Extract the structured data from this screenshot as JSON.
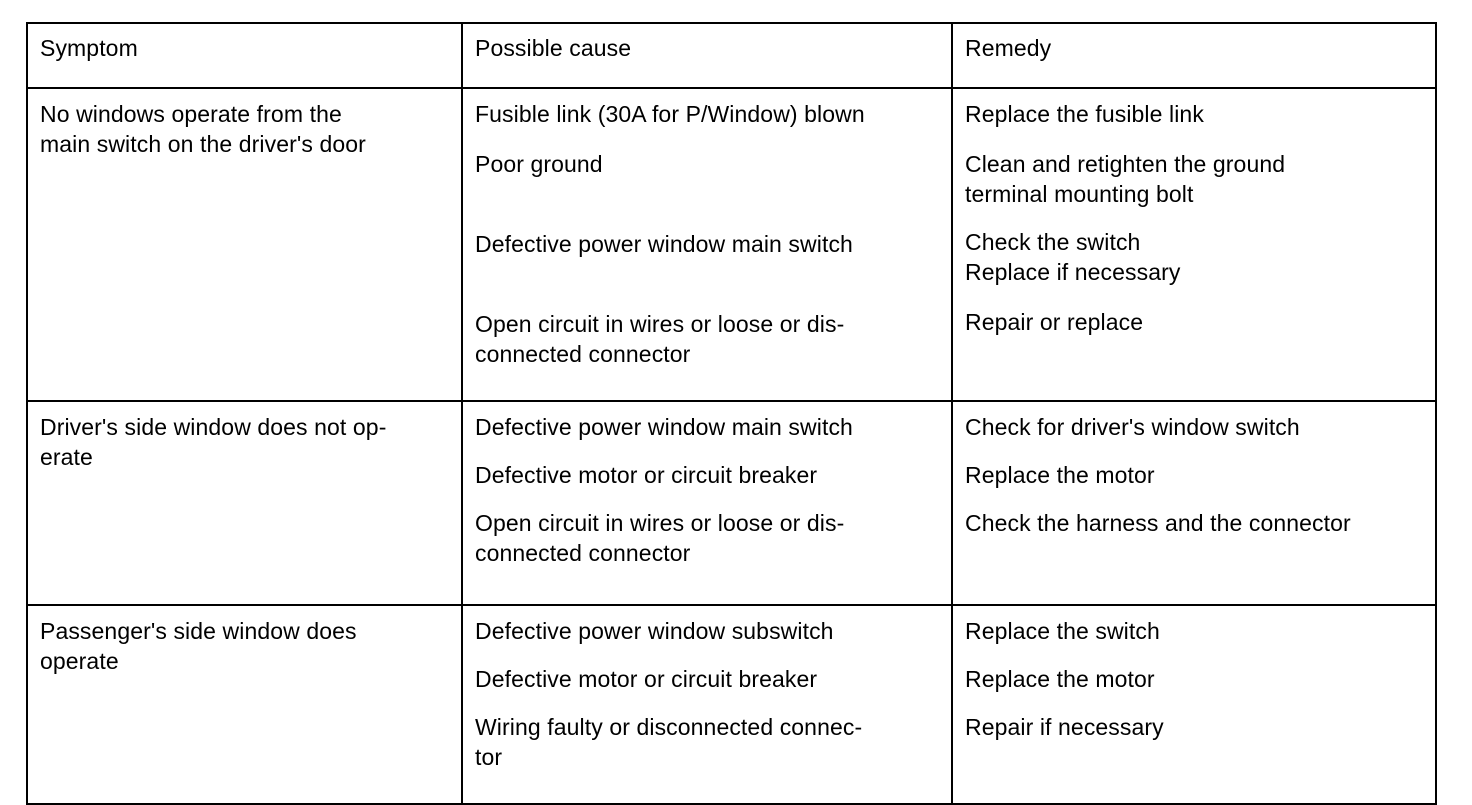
{
  "document": {
    "kind": "troubleshooting-table",
    "background_color": "#ffffff",
    "text_color": "#000000",
    "border_color": "#000000"
  },
  "table": {
    "headers": {
      "symptom": "Symptom",
      "cause": "Possible cause",
      "remedy": "Remedy"
    },
    "rows": [
      {
        "symptom": {
          "line1": "No windows operate from the",
          "line2": "main switch on the driver's door"
        },
        "causes": [
          {
            "line1": "Fusible link (30A for P/Window) blown",
            "line2": ""
          },
          {
            "line1": "Poor ground",
            "line2": ""
          },
          {
            "line1": "Defective power window main switch",
            "line2": ""
          },
          {
            "line1": "Open circuit in wires or loose or dis-",
            "line2": "connected connector"
          }
        ],
        "remedies": [
          {
            "line1": "Replace the fusible link",
            "line2": ""
          },
          {
            "line1": "Clean and retighten the ground",
            "line2": "terminal mounting bolt"
          },
          {
            "line1": "Check the switch",
            "line2": "Replace if necessary"
          },
          {
            "line1": "Repair or replace",
            "line2": ""
          }
        ]
      },
      {
        "symptom": {
          "line1": "Driver's side window does not op-",
          "line2": "erate"
        },
        "causes": [
          {
            "line1": "Defective power window main switch",
            "line2": ""
          },
          {
            "line1": "Defective motor or circuit breaker",
            "line2": ""
          },
          {
            "line1": "Open circuit in wires or loose or dis-",
            "line2": "connected connector"
          }
        ],
        "remedies": [
          {
            "line1": "Check for driver's window switch",
            "line2": ""
          },
          {
            "line1": "Replace the motor",
            "line2": ""
          },
          {
            "line1": "Check the harness and the connector",
            "line2": ""
          }
        ]
      },
      {
        "symptom": {
          "line1": "Passenger's side window does",
          "line2": "operate"
        },
        "causes": [
          {
            "line1": "Defective power window subswitch",
            "line2": ""
          },
          {
            "line1": "Defective motor or circuit breaker",
            "line2": ""
          },
          {
            "line1": "Wiring faulty or disconnected connec-",
            "line2": "tor"
          }
        ],
        "remedies": [
          {
            "line1": "Replace the switch",
            "line2": ""
          },
          {
            "line1": "Replace the motor",
            "line2": ""
          },
          {
            "line1": "Repair if necessary",
            "line2": ""
          }
        ]
      }
    ]
  }
}
